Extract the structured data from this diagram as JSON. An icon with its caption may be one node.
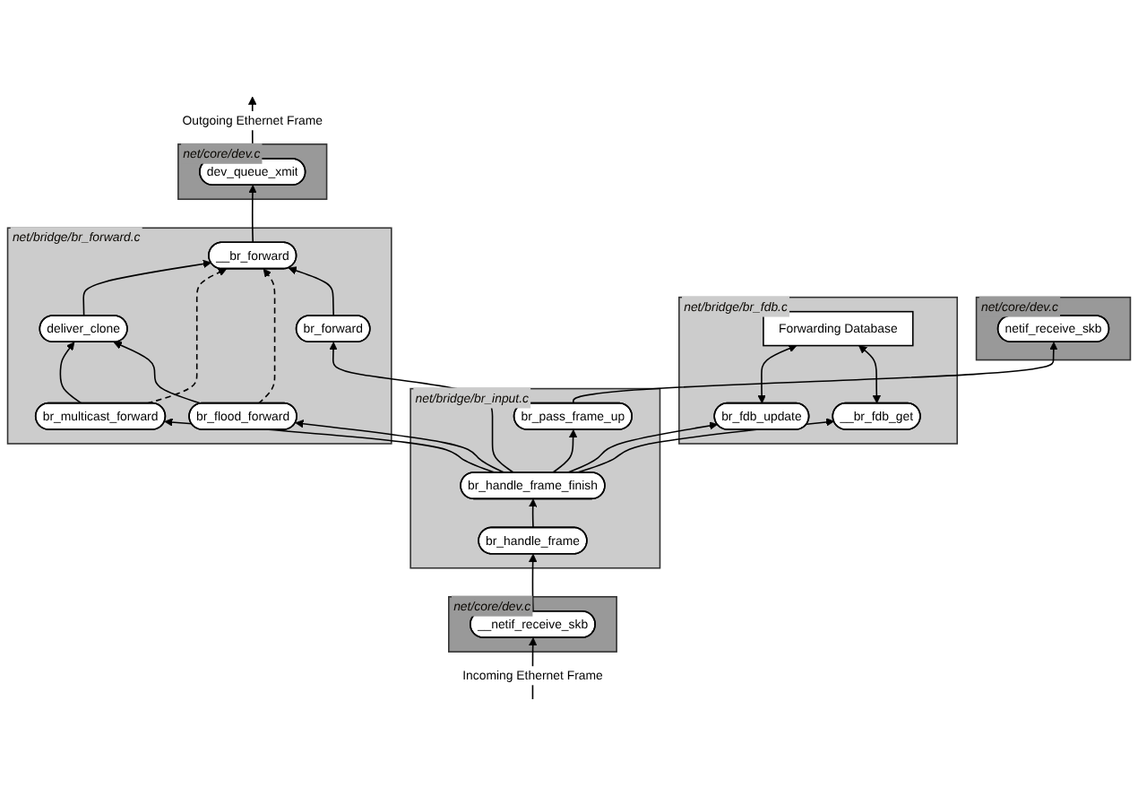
{
  "diagram": {
    "nodes": [
      {
        "text": [
          "net/core/dev.c"
        ]
      },
      {
        "text": [
          "netif_receive_skb"
        ],
        "in": 0
      },
      {
        "text": [
          "net/bridge/br_input.c"
        ]
      },
      {
        "text": [
          "br_pass_frame_up"
        ],
        "in": 2
      },
      {
        "text": [
          "br_handle_frame_finish"
        ],
        "in": 2
      },
      {
        "text": [
          "br_handle_frame"
        ],
        "in": 2
      },
      {
        "text": [
          "net/core/dev.c"
        ]
      },
      {
        "text": [
          "__netif_receive_skb"
        ],
        "in": 6
      },
      {
        "text": [
          "net/bridge/br_fdb.c"
        ]
      },
      {
        "text": [
          "__br_fdb_get"
        ],
        "in": 8
      },
      {
        "text": [
          "br_fdb_update"
        ],
        "in": 8
      },
      {
        "text": [
          "Forwarding Database"
        ],
        "in": 8
      },
      {
        "text": [
          "net/bridge/br_forward.c"
        ]
      },
      {
        "text": [
          "br_flood_forward"
        ],
        "in": 12
      },
      {
        "text": [
          "br_multicast_forward"
        ],
        "in": 12
      },
      {
        "text": [
          "br_forward"
        ],
        "in": 12
      },
      {
        "text": [
          "deliver_clone"
        ],
        "in": 12
      },
      {
        "text": [
          "__br_forward"
        ],
        "in": 12
      },
      {
        "text": [
          "net/core/dev.c"
        ]
      },
      {
        "text": [
          "dev_queue_xmit"
        ],
        "in": 18
      }
    ],
    "edges": [
      {
        "from": null,
        "to": 7,
        "arrow": "to",
        "label": "Incoming Ethernet Frame"
      },
      {
        "from": 7,
        "to": 5,
        "arrow": "to"
      },
      {
        "from": 5,
        "to": 4,
        "arrow": "to"
      },
      {
        "from": 4,
        "to": 3,
        "arrow": "to"
      },
      {
        "from": 3,
        "to": 1,
        "arrow": "to"
      },
      {
        "from": 4,
        "to": 9,
        "arrow": "to"
      },
      {
        "from": 4,
        "to": 10,
        "arrow": "to"
      },
      {
        "from": 4,
        "to": 13,
        "arrow": "to"
      },
      {
        "from": 4,
        "to": 14,
        "arrow": "to"
      },
      {
        "from": 4,
        "to": 15,
        "arrow": "to"
      },
      {
        "from": 9,
        "to": 11,
        "arrow": "both"
      },
      {
        "from": 10,
        "to": 11,
        "arrow": "both"
      },
      {
        "from": 13,
        "to": 16,
        "arrow": "to"
      },
      {
        "from": 14,
        "to": 16,
        "arrow": "to"
      },
      {
        "from": 15,
        "to": 17,
        "arrow": "to"
      },
      {
        "from": 13,
        "to": 17,
        "arrow": "to",
        "style": "dashed"
      },
      {
        "from": 14,
        "to": 17,
        "arrow": "to",
        "style": "dashed"
      },
      {
        "from": 16,
        "to": 17,
        "arrow": "to"
      },
      {
        "from": 17,
        "to": 19,
        "arrow": "to"
      },
      {
        "from": 19,
        "to": null,
        "arrow": "to",
        "label": "Outgoing Ethernet Frame"
      }
    ]
  }
}
